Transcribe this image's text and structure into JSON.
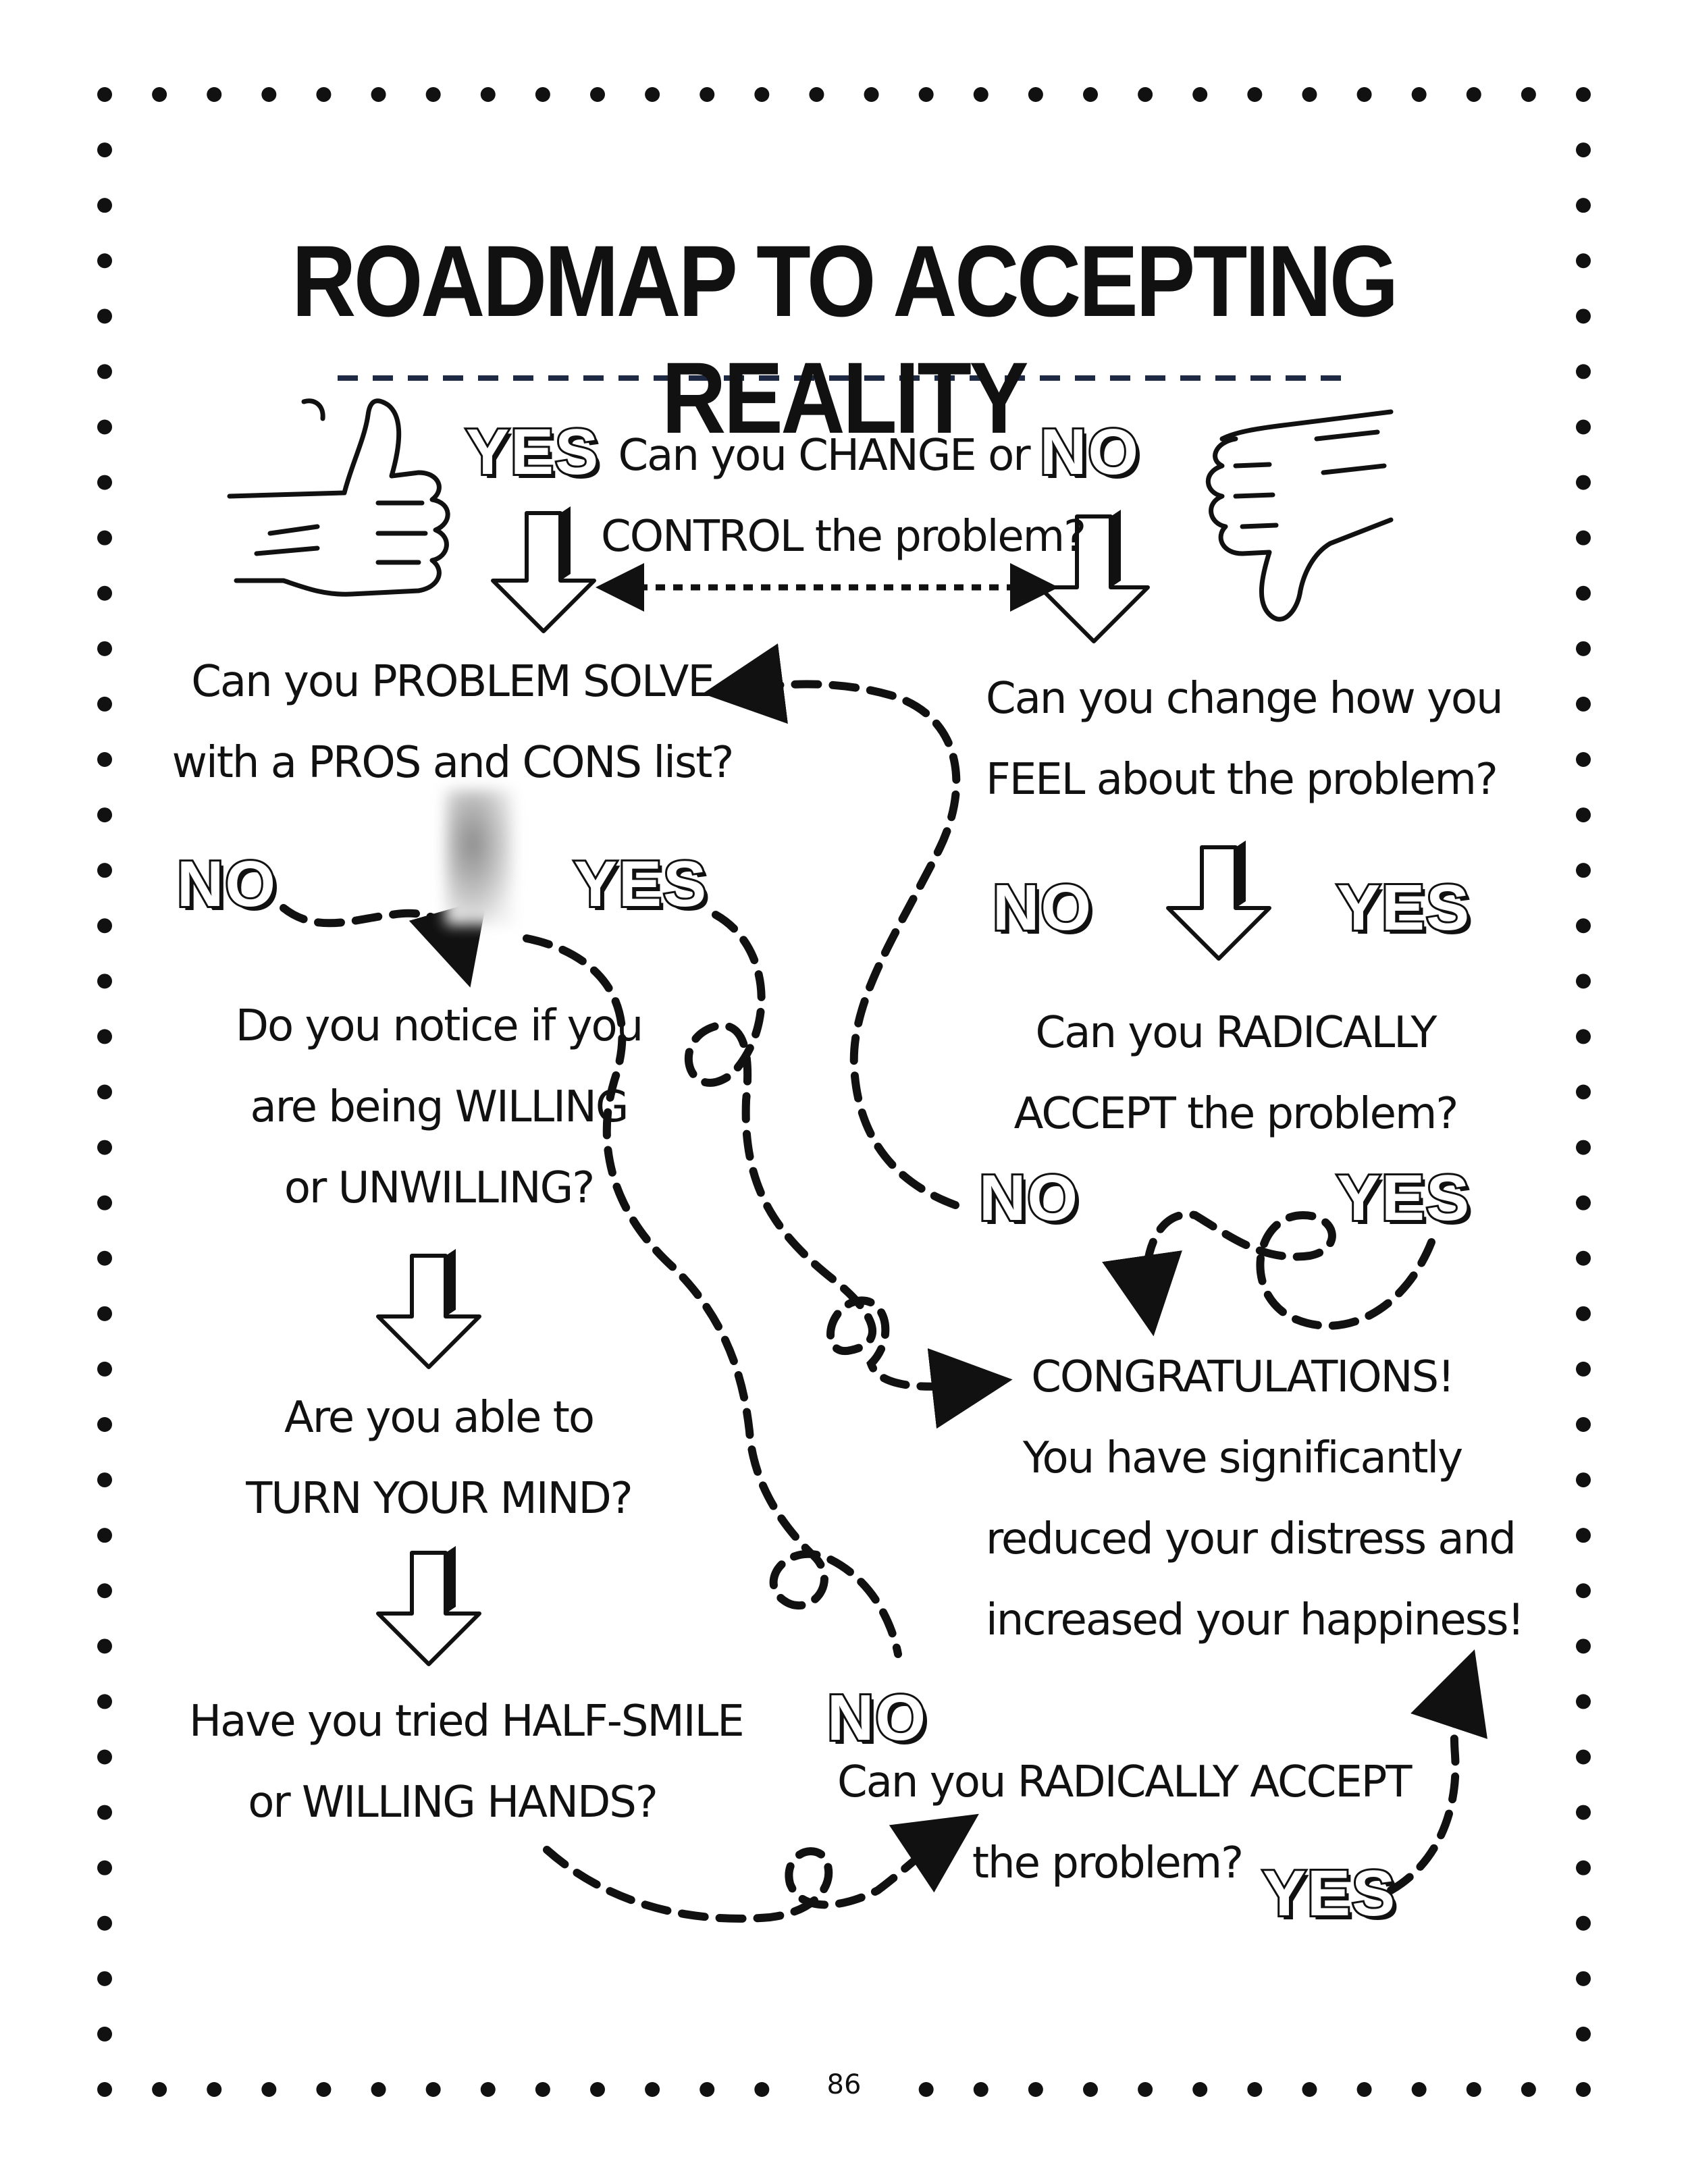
{
  "title": "ROADMAP TO ACCEPTING REALITY",
  "page_number": "86",
  "labels": {
    "yes": "YES",
    "no": "NO"
  },
  "questions": {
    "change_control": [
      "Can you CHANGE or",
      "CONTROL the problem?"
    ],
    "problem_solve": [
      "Can you PROBLEM SOLVE",
      "with a PROS and CONS list?"
    ],
    "change_feel": [
      "Can you change how you",
      "FEEL about the problem?"
    ],
    "radically_accept_1": [
      "Can you RADICALLY",
      "ACCEPT the problem?"
    ],
    "willing": [
      "Do you notice if you",
      "are being WILLING",
      "or UNWILLING?"
    ],
    "turn_mind": [
      "Are you able to",
      "TURN YOUR MIND?"
    ],
    "half_smile": [
      "Have you tried HALF-SMILE",
      "or WILLING HANDS?"
    ],
    "radically_accept_2": [
      "Can you RADICALLY ACCEPT",
      "the problem?"
    ],
    "congratulations": [
      "CONGRATULATIONS!",
      "You have significantly",
      "reduced your distress and",
      "increased your happiness!"
    ]
  },
  "icons": [
    "thumbs-up-icon",
    "thumbs-down-icon"
  ]
}
